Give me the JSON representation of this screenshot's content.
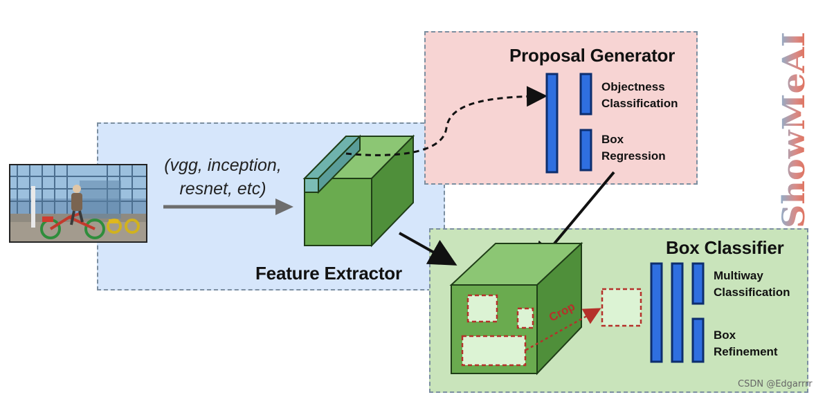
{
  "feature_extractor": {
    "title": "Feature Extractor",
    "backbones_line1": "(vgg, inception,",
    "backbones_line2": "resnet, etc)"
  },
  "proposal_generator": {
    "title": "Proposal Generator",
    "output1_line1": "Objectness",
    "output1_line2": "Classification",
    "output2_line1": "Box",
    "output2_line2": "Regression"
  },
  "box_classifier": {
    "title": "Box Classifier",
    "crop_label": "Crop",
    "output1_line1": "Multiway",
    "output1_line2": "Classification",
    "output2_line1": "Box",
    "output2_line2": "Refinement"
  },
  "watermark": {
    "text": "ShowMeAI"
  },
  "credit": {
    "text": "CSDN @Edgarrrr"
  },
  "colors": {
    "feature_panel": "#d6e6fb",
    "proposal_panel": "#f7d4d3",
    "classifier_panel": "#c9e4bb",
    "cube_front": "#6aab4f",
    "layer_bar": "#2f6fe0",
    "crop_dash": "#b5302a"
  }
}
